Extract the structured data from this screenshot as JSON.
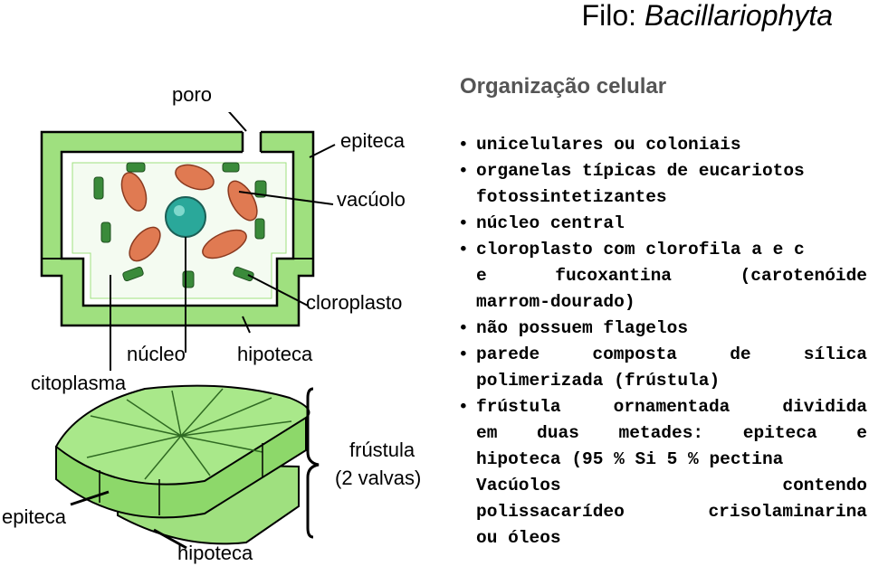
{
  "title": {
    "prefix": "Filo: ",
    "name": "Bacillariophyta"
  },
  "labels": {
    "poro": "poro",
    "epiteca_top": "epiteca",
    "vacuolo": "vacúolo",
    "cloroplasto": "cloroplasto",
    "nucleo": "núcleo",
    "hipoteca_top": "hipoteca",
    "citoplasma": "citoplasma",
    "frustula": "frústula",
    "valvas": "(2 valvas)",
    "epiteca_bottom": "epiteca",
    "hipoteca_bottom": "hipoteca"
  },
  "section": {
    "heading": "Organização celular",
    "lines": [
      {
        "bullet": true,
        "text": "unicelulares ou coloniais"
      },
      {
        "bullet": true,
        "text": "organelas típicas de eucariotos"
      },
      {
        "bullet": false,
        "text": "fotossintetizantes"
      },
      {
        "bullet": true,
        "text": "núcleo central"
      },
      {
        "bullet": true,
        "text": "cloroplasto com clorofila a e c"
      },
      {
        "bullet": false,
        "text": "e fucoxantina (carotenóide",
        "justify": true
      },
      {
        "bullet": false,
        "text": "marrom-dourado)"
      },
      {
        "bullet": true,
        "text": "não possuem flagelos"
      },
      {
        "bullet": true,
        "text": "parede composta de sílica",
        "justify": true
      },
      {
        "bullet": false,
        "text": "polimerizada (frústula)"
      },
      {
        "bullet": true,
        "text": "frústula ornamentada dividida",
        "justify": true
      },
      {
        "bullet": false,
        "text": "em duas metades: epiteca e",
        "justify": true
      },
      {
        "bullet": false,
        "text": "hipoteca (95 % Si 5 % pectina"
      },
      {
        "bullet": false,
        "text": "Vacúolos contendo",
        "justify": true,
        "noindent": true
      },
      {
        "bullet": false,
        "text": "polissacarídeo crisolaminarina",
        "justify": true,
        "noindent": true
      },
      {
        "bullet": false,
        "text": "ou óleos",
        "noindent": true
      }
    ]
  },
  "colors": {
    "wall": "#9fe07f",
    "wall_dark": "#6aaa52",
    "chloroplast": "#e07a52",
    "nucleus": "#2aa89a",
    "vacuole_patch": "#3a8a3a"
  }
}
